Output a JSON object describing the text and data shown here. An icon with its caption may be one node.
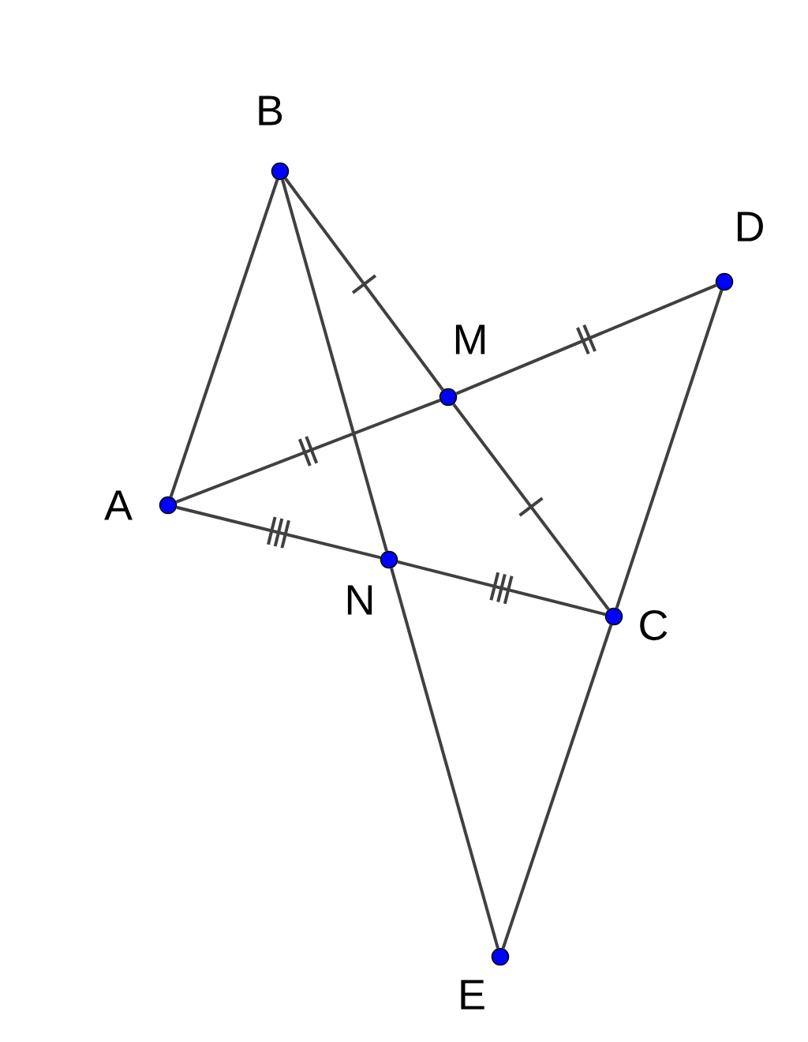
{
  "diagram": {
    "nodes": [
      {
        "text": [
          "A"
        ]
      },
      {
        "text": [
          "B"
        ]
      },
      {
        "text": [
          "C"
        ]
      },
      {
        "text": [
          "D"
        ]
      },
      {
        "text": [
          "E"
        ]
      },
      {
        "text": [
          "M"
        ]
      },
      {
        "text": [
          "N"
        ]
      }
    ],
    "edges": [
      {
        "from": 0,
        "to": 1,
        "arrow": "none"
      },
      {
        "from": 1,
        "to": 5,
        "arrow": "none"
      },
      {
        "from": 5,
        "to": 2,
        "arrow": "none"
      },
      {
        "from": 0,
        "to": 5,
        "arrow": "none"
      },
      {
        "from": 5,
        "to": 3,
        "arrow": "none"
      },
      {
        "from": 0,
        "to": 6,
        "arrow": "none"
      },
      {
        "from": 6,
        "to": 2,
        "arrow": "none"
      },
      {
        "from": 1,
        "to": 6,
        "arrow": "none"
      },
      {
        "from": 6,
        "to": 4,
        "arrow": "none"
      },
      {
        "from": 2,
        "to": 3,
        "arrow": "none"
      },
      {
        "from": 2,
        "to": 4,
        "arrow": "none"
      }
    ]
  }
}
